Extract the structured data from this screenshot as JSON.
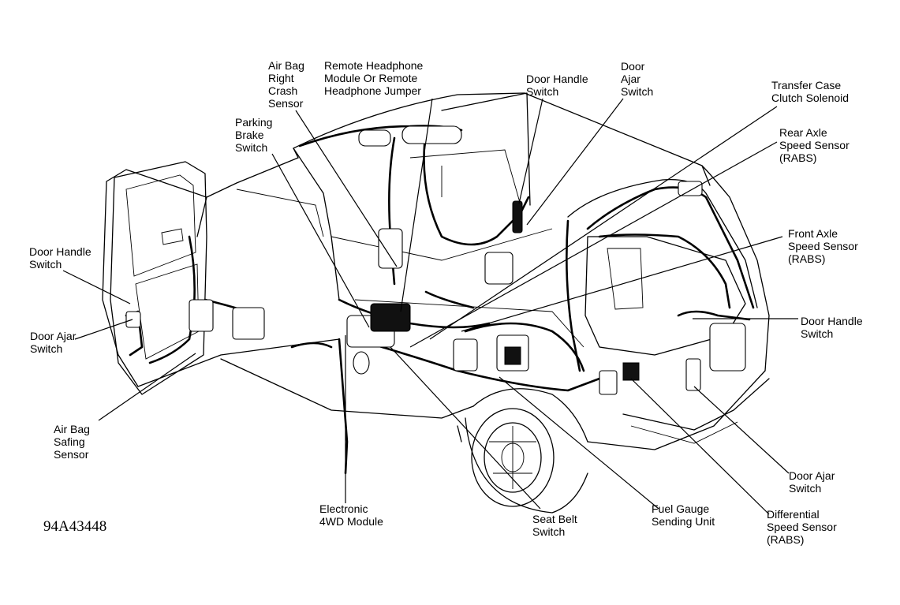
{
  "figure_id": "94A43448",
  "labels": {
    "air_bag_right_crash_sensor": "Air Bag\nRight\nCrash\nSensor",
    "remote_headphone_module": "Remote Headphone\nModule Or Remote\nHeadphone Jumper",
    "door_handle_switch_top": "Door Handle\nSwitch",
    "door_ajar_switch_top": "Door\nAjar\nSwitch",
    "transfer_case_clutch_solenoid": "Transfer Case\nClutch Solenoid",
    "parking_brake_switch": "Parking\nBrake\nSwitch",
    "rear_axle_speed_sensor": "Rear Axle\nSpeed Sensor\n(RABS)",
    "front_axle_speed_sensor": "Front Axle\nSpeed Sensor\n(RABS)",
    "door_handle_switch_left": "Door Handle\nSwitch",
    "door_ajar_switch_left": "Door Ajar\nSwitch",
    "door_handle_switch_right": "Door Handle\nSwitch",
    "air_bag_safing_sensor": "Air Bag\nSafing\nSensor",
    "door_ajar_switch_bottom": "Door Ajar\nSwitch",
    "electronic_4wd_module": "Electronic\n4WD Module",
    "seat_belt_switch": "Seat Belt\nSwitch",
    "fuel_gauge_sending_unit": "Fuel Gauge\nSending Unit",
    "differential_speed_sensor": "Differential\nSpeed Sensor\n(RABS)"
  }
}
